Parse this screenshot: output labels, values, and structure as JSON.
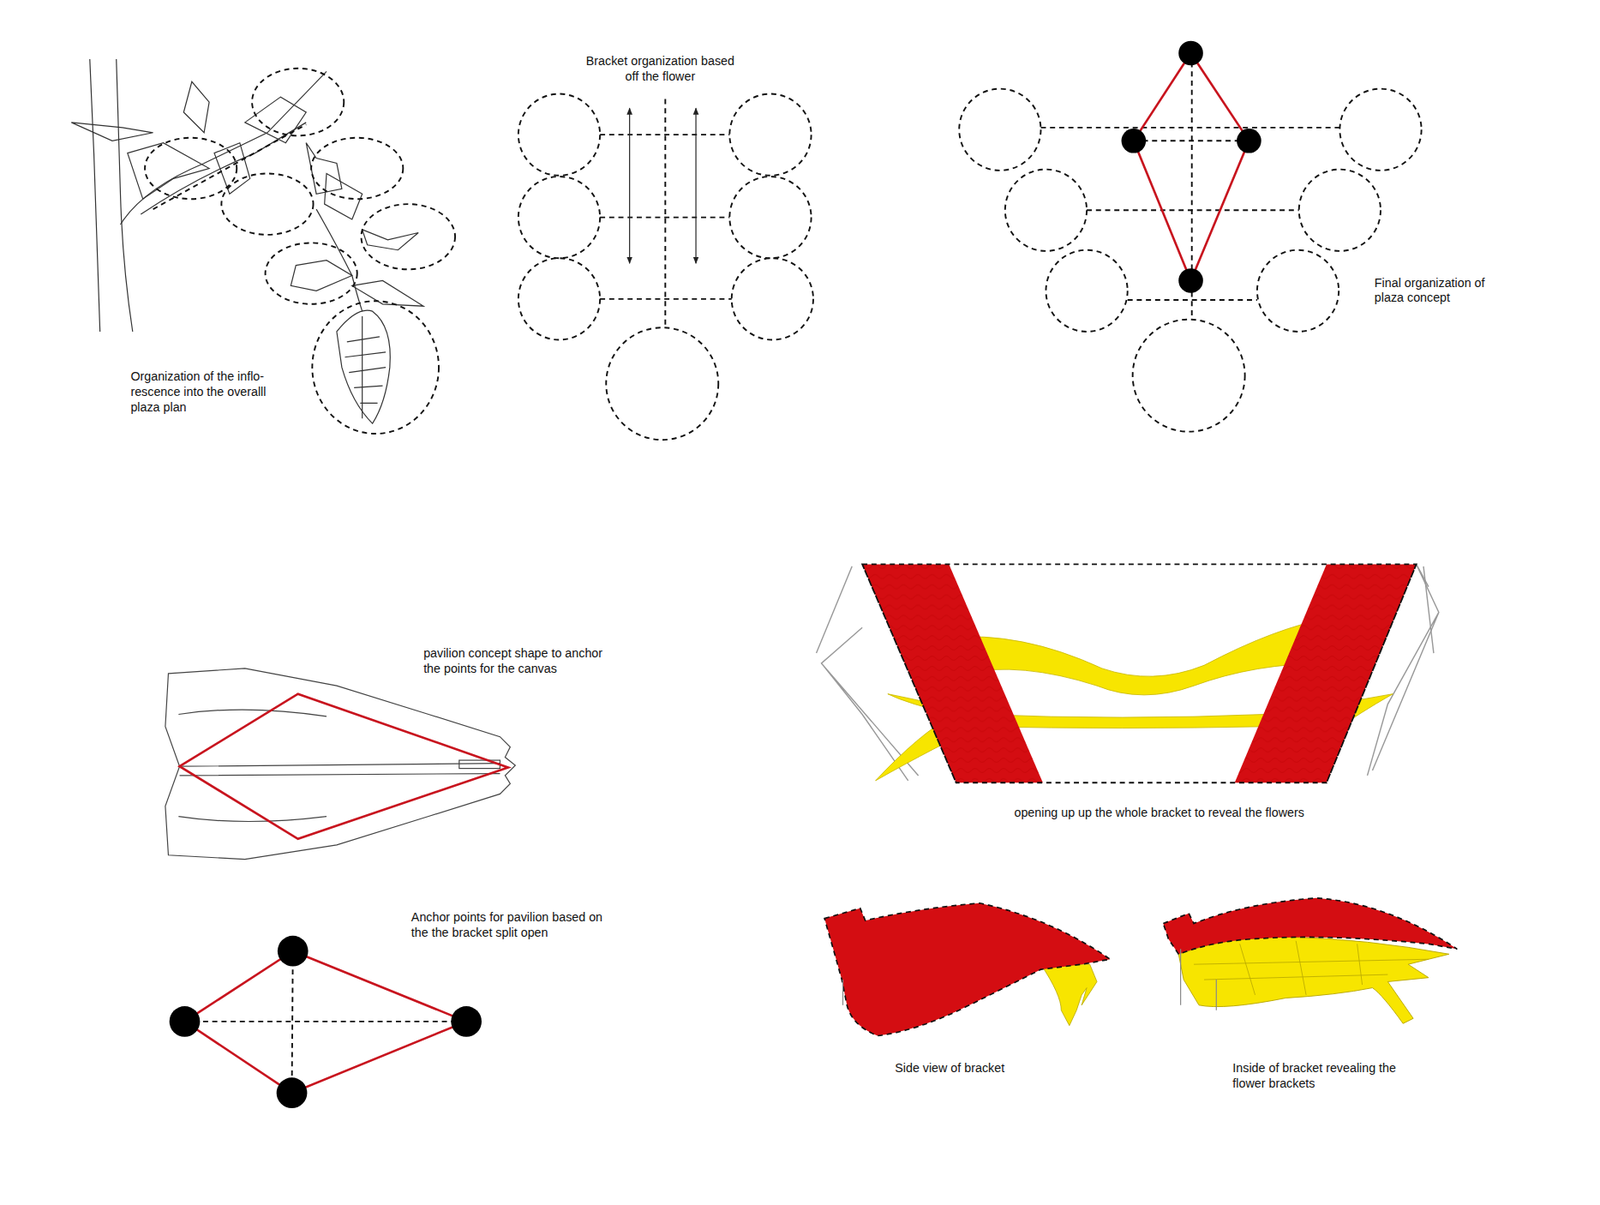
{
  "diagram": {
    "labels": [
      "Organization of the inflo- rescence into the overalll plaza plan",
      "Bracket organization based off the flower",
      "Final organization of plaza concept",
      "pavilion concept shape to anchor the points for the canvas",
      "Anchor points for pavilion based on the the bracket split open",
      "opening up up the whole bracket to reveal the flowers",
      "Side view of bracket",
      "Inside of bracket revealing the flower brackets"
    ]
  }
}
